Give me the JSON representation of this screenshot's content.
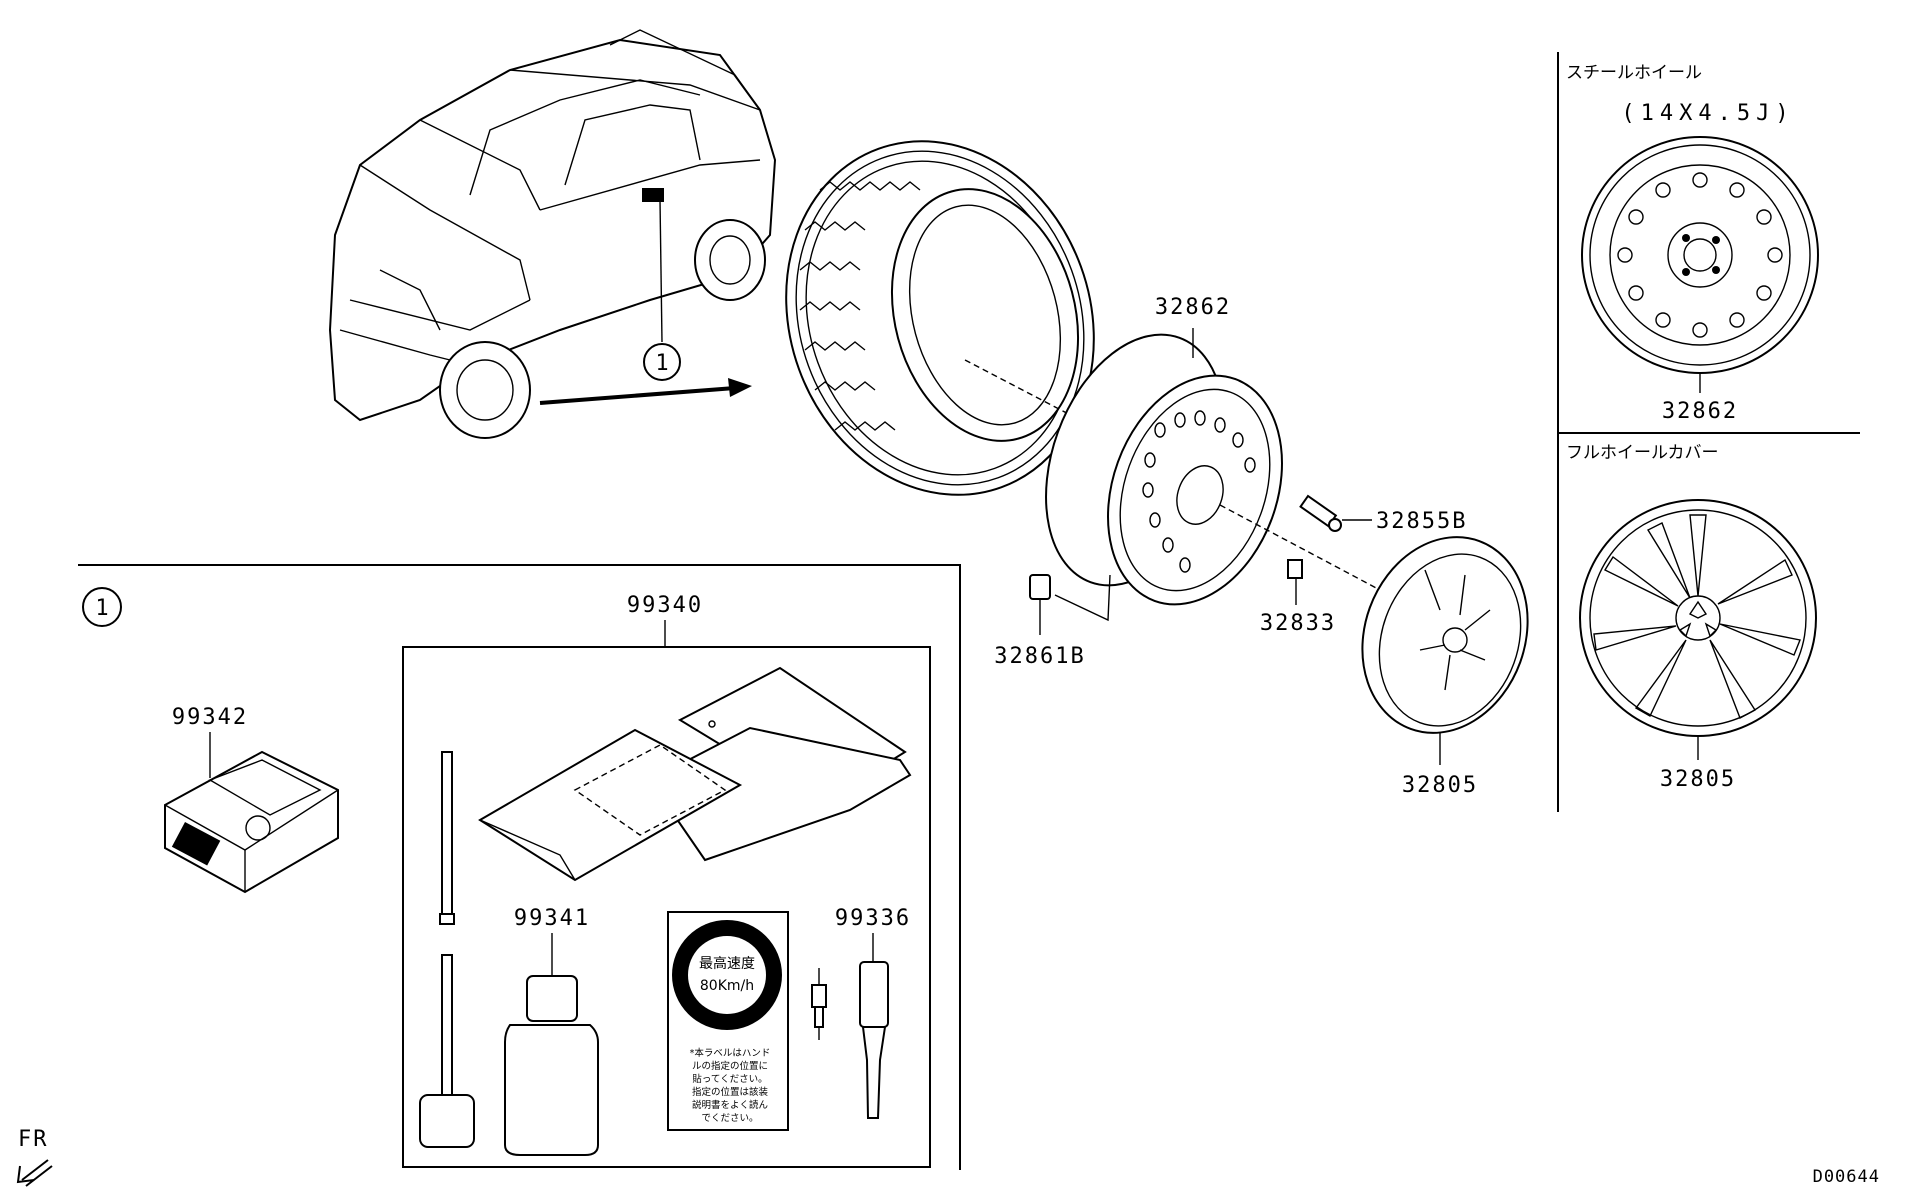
{
  "parts": {
    "tire_wheel": "32862",
    "valve": "32855B",
    "nut": "32833",
    "balance_weight": "32861B",
    "wheel_cover": "32805",
    "repair_kit": "99340",
    "compressor": "99342",
    "sealant": "99341",
    "valve_tool": "99336"
  },
  "callout_ref": "1",
  "inset_steel": {
    "title": "スチールホイール",
    "size": "(14X4.5J)",
    "part": "32862"
  },
  "inset_cover": {
    "title": "フルホイールカバー",
    "part": "32805"
  },
  "speed_label": {
    "heading": "最高速度",
    "value": "80Km/h",
    "note_lines": [
      "*本ラベルはハンド",
      "ルの指定の位置に",
      "貼ってください。",
      "指定の位置は該装",
      "説明書をよく読ん",
      "でください。"
    ]
  },
  "direction": "FR",
  "diagram_code": "D00644",
  "icons": [
    "front-arrow-icon"
  ]
}
